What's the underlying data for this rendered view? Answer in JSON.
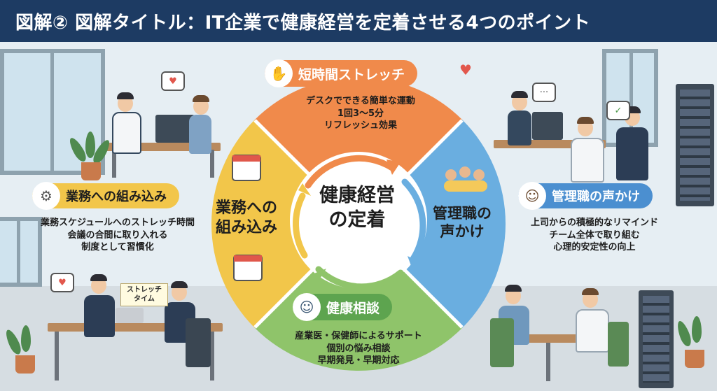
{
  "header": {
    "title": "図解② 図解タイトル：IT企業で健康経営を定着させる4つのポイント"
  },
  "center": {
    "line1": "健康経営",
    "line2": "の定着"
  },
  "segments": {
    "left": {
      "line1": "業務への",
      "line2": "組み込み"
    },
    "right": {
      "line1": "管理職の",
      "line2": "声かけ"
    }
  },
  "points": {
    "stretch": {
      "title": "短時間ストレッチ",
      "icon": "stretch-person-icon",
      "lines": [
        "デスクでできる簡単な運動",
        "1回3〜5分",
        "リフレッシュ効果"
      ]
    },
    "workflow": {
      "title": "業務への組み込み",
      "icon": "gear-icon",
      "lines": [
        "業務スケジュールへのストレッチ時間",
        "会議の合間に取り入れる",
        "制度として習慣化"
      ]
    },
    "manager": {
      "title": "管理職の声かけ",
      "icon": "woman-avatar-icon",
      "lines": [
        "上司からの積極的なリマインド",
        "チーム全体で取り組む",
        "心理的安定性の向上"
      ]
    },
    "consult": {
      "title": "健康相談",
      "icon": "doctor-avatar-icon",
      "lines": [
        "産業医・保健師によるサポート",
        "個別の悩み相談",
        "早期発見・早期対応"
      ]
    }
  },
  "note": {
    "line1": "ストレッチ",
    "line2": "タイム"
  },
  "colors": {
    "header_bg": "#1d3b63",
    "stretch": "#f08a4b",
    "workflow": "#f2c64a",
    "manager": "#6aaee0",
    "consult": "#8fc46a"
  }
}
